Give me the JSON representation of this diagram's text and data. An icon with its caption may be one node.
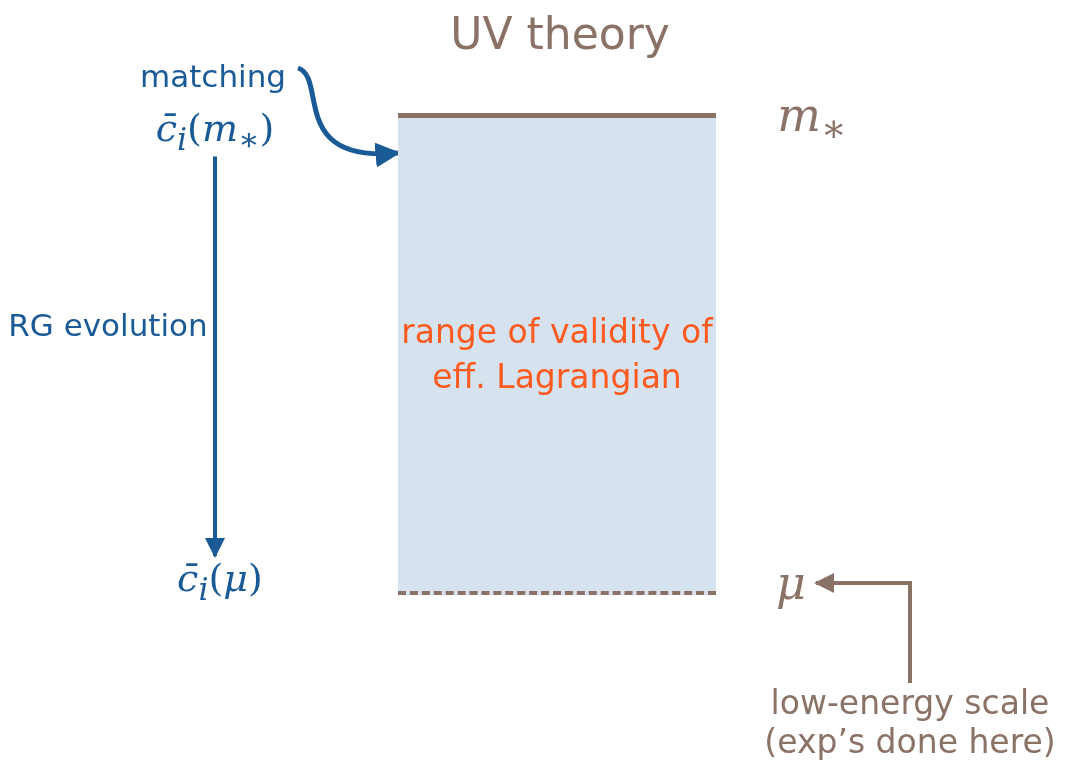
{
  "diagram": {
    "nodes": [
      {
        "text": [
          "UV theory"
        ]
      },
      {
        "text": [
          "matching"
        ]
      },
      {
        "text": [
          "*c̄*$_{i}$(*m*$_{∗}$)"
        ]
      },
      {
        "text": [
          "range of validity of eff. Lagrangian"
        ]
      },
      {
        "text": [
          "*m*$_{∗}$"
        ]
      },
      {
        "text": [
          "*c̄*$_{i}$(*μ*)"
        ]
      },
      {
        "text": [
          "*μ*"
        ]
      },
      {
        "text": [
          "low-energy scale (exp’s done here)"
        ]
      }
    ],
    "edges": [
      {
        "from": 1,
        "to": 3,
        "arrow": "to"
      },
      {
        "from": 2,
        "to": 5,
        "arrow": "to",
        "label": "RG evolution"
      },
      {
        "from": 7,
        "to": 6,
        "arrow": "to",
        "color": "#8a7266"
      }
    ]
  }
}
